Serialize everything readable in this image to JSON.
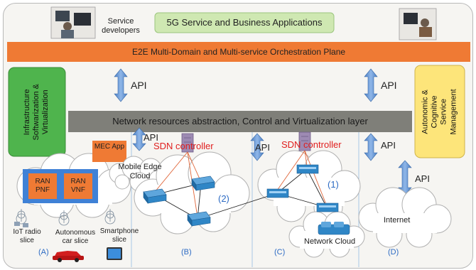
{
  "labels": {
    "service_developers": "Service developers",
    "top_apps": "5G Service and Business Applications",
    "orchestration": "E2E Multi-Domain and Multi-service Orchestration Plane",
    "infra_virt": "Infrastructure Softwarization & Virtualization",
    "autonomic": "Autonomic & Cognitive Service Management",
    "abstraction_layer": "Network resources abstraction, Control and Virtualization layer",
    "api": "API",
    "mec_app": "MEC App",
    "mobile_edge_cloud": "Mobile Edge Cloud",
    "sdn_controller": "SDN controller",
    "ran_pnf": "RAN PNF",
    "ran_vnf": "RAN VNF",
    "iot_slice": "IoT radio slice",
    "car_slice": "Autonomous car slice",
    "phone_slice": "Smartphone slice",
    "domain2": "(2)",
    "domain1": "(1)",
    "network_cloud": "Network Cloud",
    "internet": "Internet",
    "sec_a": "(A)",
    "sec_b": "(B)",
    "sec_c": "(C)",
    "sec_d": "(D)"
  },
  "colors": {
    "top_apps_box": "#cfe8b2",
    "orchestration_bar": "#ef7a34",
    "infra_box": "#4fb44d",
    "autonomic_box": "#fde57a",
    "abstraction_bar": "#7f7f79",
    "api_arrow": "#5b8fd0",
    "mec_box": "#ef7a34",
    "ran_box": "#ef7a34",
    "ran_container": "#3f81d6",
    "sdn_text": "#e01e1e",
    "domain_number": "#2d6bc4",
    "section_letter": "#2d6bc4",
    "switch": "#2f86c6",
    "controller": "#9d8ab3",
    "link_red": "#e0663a"
  }
}
